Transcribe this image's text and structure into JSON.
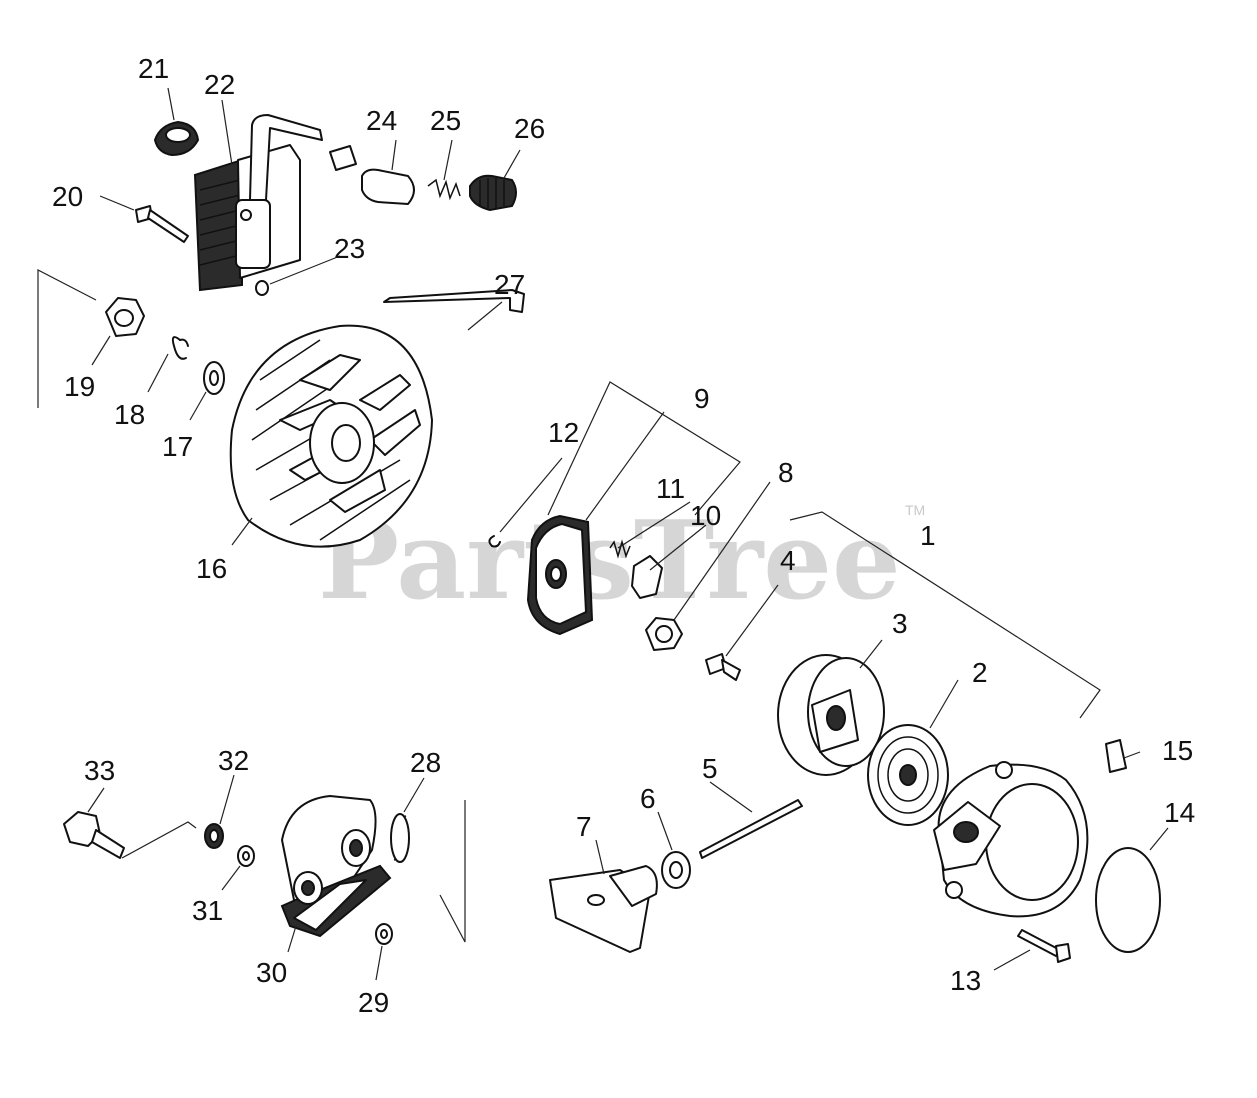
{
  "watermark": {
    "text": "PartsTree",
    "trademark": "TM"
  },
  "callouts": [
    "1",
    "2",
    "3",
    "4",
    "5",
    "6",
    "7",
    "8",
    "9",
    "10",
    "11",
    "12",
    "13",
    "14",
    "15",
    "16",
    "17",
    "18",
    "19",
    "20",
    "21",
    "22",
    "23",
    "24",
    "25",
    "26",
    "27",
    "28",
    "29",
    "30",
    "31",
    "32",
    "33"
  ]
}
